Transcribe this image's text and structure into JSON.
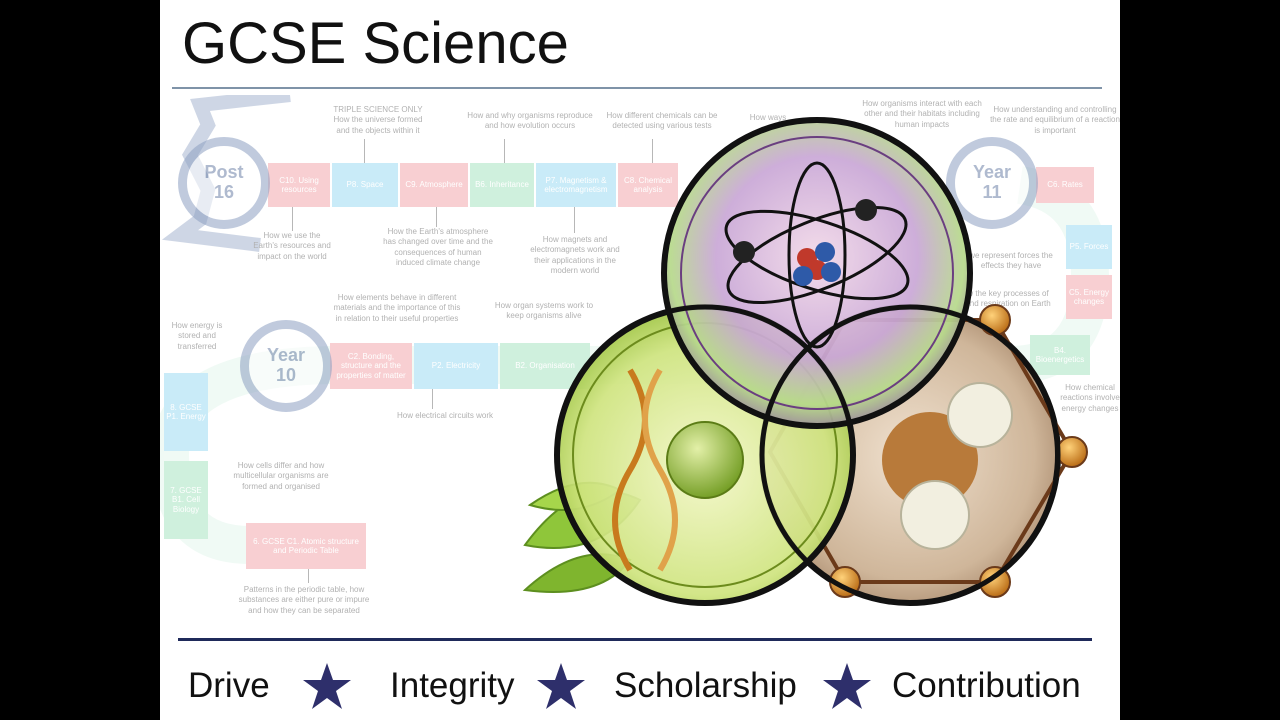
{
  "title": "GCSE Science",
  "badges": {
    "post16_line1": "Post",
    "post16_line2": "16",
    "year11_line1": "Year",
    "year11_line2": "11",
    "year10_line1": "Year",
    "year10_line2": "10"
  },
  "segments": {
    "c10": "C10. Using resources",
    "p8": "P8. Space",
    "c9": "C9. Atmosphere",
    "b6": "B6. Inheritance",
    "p7": "P7. Magnetism & electromagnetism",
    "c8": "C8. Chemical analysis",
    "c6": "C6. Rates",
    "p5": "P5. Forces",
    "c5": "C5. Energy changes",
    "b4": "B4. Bioenergetics",
    "c2": "C2. Bonding, structure and the properties of matter",
    "p2": "P2. Electricity",
    "b2": "B2. Organisation",
    "p1": "8. GCSE P1. Energy",
    "b1": "7. GCSE B1. Cell Biology",
    "c1": "6. GCSE C1. Atomic structure and Periodic Table"
  },
  "notes": {
    "triple": "TRIPLE SCIENCE ONLY How the universe formed and the objects within it",
    "reproduce": "How and why organisms reproduce and how evolution occurs",
    "chemicals": "How different chemicals can be detected using various tests",
    "ways": "How ways",
    "interact": "How organisms interact with each other and their habitats including human impacts",
    "controlling": "How understanding and controlling the rate and equilibrium of a reaction is important",
    "resources": "How we use the Earth's resources and impact on the world",
    "atmosphere": "How the Earth's atmosphere has changed over time and the consequences of human induced climate change",
    "magnets": "How magnets and electromagnets work and their applications in the modern world",
    "forces": "we represent forces the effects they have",
    "respiration": "w the key processes of and respiration on Earth",
    "elements": "How elements behave in different materials and the importance of this in relation to their useful properties",
    "organ": "How organ systems work to keep organisms alive",
    "energy_stored": "How energy is stored and transferred",
    "circuits": "How electrical circuits work",
    "reactions": "How chemical reactions involve energy changes",
    "cells": "How cells differ and how multicellular organisms are formed and organised",
    "periodic": "Patterns in the periodic table, how substances are either pure or impure and how they can be separated"
  },
  "footer": {
    "values": [
      "Drive",
      "Integrity",
      "Scholarship",
      "Contribution"
    ],
    "star_icon": "star-icon",
    "star_color": "#2e2f6b"
  },
  "colors": {
    "pink": "#ef8f95",
    "blue": "#7fd0ef",
    "green": "#8fdcb0",
    "badge": "#8da0c2"
  }
}
